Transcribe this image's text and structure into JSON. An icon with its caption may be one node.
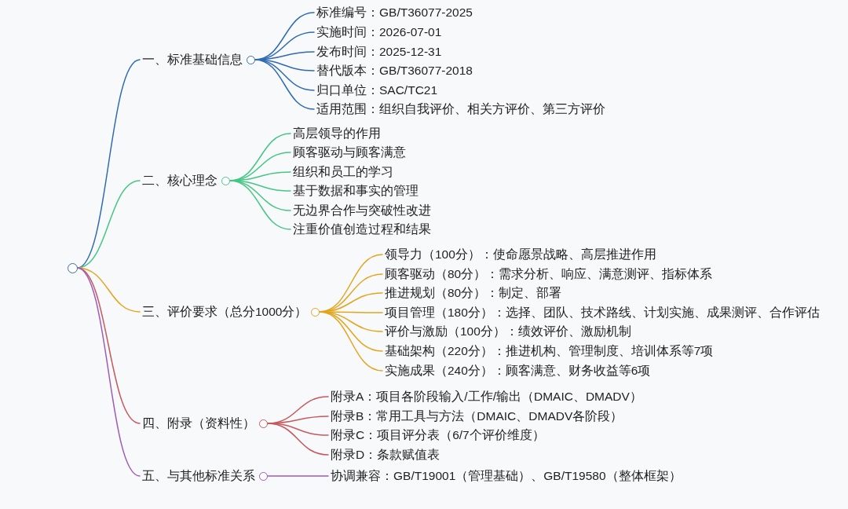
{
  "diagram": {
    "nodes": [
      {
        "text": [],
        "shape": "circle"
      },
      {
        "text": [
          "一、标准基础信息"
        ]
      },
      {
        "text": [
          "标准编号：GB/T36077-2025"
        ]
      },
      {
        "text": [
          "实施时间：2026-07-01"
        ]
      },
      {
        "text": [
          "发布时间：2025-12-31"
        ]
      },
      {
        "text": [
          "替代版本：GB/T36077-2018"
        ]
      },
      {
        "text": [
          "归口单位：SAC/TC21"
        ]
      },
      {
        "text": [
          "适用范围：组织自我评价、相关方评价、第三方评价"
        ]
      },
      {
        "text": [
          "二、核心理念"
        ]
      },
      {
        "text": [
          "高层领导的作用"
        ]
      },
      {
        "text": [
          "顾客驱动与顾客满意"
        ]
      },
      {
        "text": [
          "组织和员工的学习"
        ]
      },
      {
        "text": [
          "基于数据和事实的管理"
        ]
      },
      {
        "text": [
          "无边界合作与突破性改进"
        ]
      },
      {
        "text": [
          "注重价值创造过程和结果"
        ]
      },
      {
        "text": [
          "三、评价要求（总分1000分）"
        ]
      },
      {
        "text": [
          "领导力（100分）：使命愿景战略、高层推进作用"
        ]
      },
      {
        "text": [
          "顾客驱动（80分）：需求分析、响应、满意测评、指标体系"
        ]
      },
      {
        "text": [
          "推进规划（80分）：制定、部署"
        ]
      },
      {
        "text": [
          "项目管理（180分）：选择、团队、技术路线、计划实施、成果测评、合作评估"
        ]
      },
      {
        "text": [
          "评价与激励（100分）：绩效评价、激励机制"
        ]
      },
      {
        "text": [
          "基础架构（220分）：推进机构、管理制度、培训体系等7项"
        ]
      },
      {
        "text": [
          "实施成果（240分）：顾客满意、财务收益等6项"
        ]
      },
      {
        "text": [
          "四、附录（资料性）"
        ]
      },
      {
        "text": [
          "附录A：项目各阶段输入/工作/输出（DMAIC、DMADV）"
        ]
      },
      {
        "text": [
          "附录B：常用工具与方法（DMAIC、DMADV各阶段）"
        ]
      },
      {
        "text": [
          "附录C：项目评分表（6/7个评价维度）"
        ]
      },
      {
        "text": [
          "附录D：条款赋值表"
        ]
      },
      {
        "text": [
          "五、与其他标准关系"
        ]
      },
      {
        "text": [
          "协调兼容：GB/T19001（管理基础）、GB/T19580（整体框架）"
        ]
      }
    ],
    "edges": [
      {
        "from": 0,
        "to": 1,
        "arrow": "none",
        "color": "#2f6bb2"
      },
      {
        "from": 0,
        "to": 8,
        "arrow": "none",
        "color": "#45c685"
      },
      {
        "from": 0,
        "to": 15,
        "arrow": "none",
        "color": "#e3a51b"
      },
      {
        "from": 0,
        "to": 23,
        "arrow": "none",
        "color": "#c65a5e"
      },
      {
        "from": 0,
        "to": 28,
        "arrow": "none",
        "color": "#9c5bb8"
      },
      {
        "from": 1,
        "to": 2,
        "arrow": "none",
        "color": "#2f6bb2"
      },
      {
        "from": 1,
        "to": 3,
        "arrow": "none",
        "color": "#2f6bb2"
      },
      {
        "from": 1,
        "to": 4,
        "arrow": "none",
        "color": "#2f6bb2"
      },
      {
        "from": 1,
        "to": 5,
        "arrow": "none",
        "color": "#2f6bb2"
      },
      {
        "from": 1,
        "to": 6,
        "arrow": "none",
        "color": "#2f6bb2"
      },
      {
        "from": 1,
        "to": 7,
        "arrow": "none",
        "color": "#2f6bb2"
      },
      {
        "from": 8,
        "to": 9,
        "arrow": "none",
        "color": "#45c685"
      },
      {
        "from": 8,
        "to": 10,
        "arrow": "none",
        "color": "#45c685"
      },
      {
        "from": 8,
        "to": 11,
        "arrow": "none",
        "color": "#45c685"
      },
      {
        "from": 8,
        "to": 12,
        "arrow": "none",
        "color": "#45c685"
      },
      {
        "from": 8,
        "to": 13,
        "arrow": "none",
        "color": "#45c685"
      },
      {
        "from": 8,
        "to": 14,
        "arrow": "none",
        "color": "#45c685"
      },
      {
        "from": 15,
        "to": 16,
        "arrow": "none",
        "color": "#e3a51b"
      },
      {
        "from": 15,
        "to": 17,
        "arrow": "none",
        "color": "#e3a51b"
      },
      {
        "from": 15,
        "to": 18,
        "arrow": "none",
        "color": "#e3a51b"
      },
      {
        "from": 15,
        "to": 19,
        "arrow": "none",
        "color": "#e3a51b"
      },
      {
        "from": 15,
        "to": 20,
        "arrow": "none",
        "color": "#e3a51b"
      },
      {
        "from": 15,
        "to": 21,
        "arrow": "none",
        "color": "#e3a51b"
      },
      {
        "from": 15,
        "to": 22,
        "arrow": "none",
        "color": "#e3a51b"
      },
      {
        "from": 23,
        "to": 24,
        "arrow": "none",
        "color": "#c65a5e"
      },
      {
        "from": 23,
        "to": 25,
        "arrow": "none",
        "color": "#c65a5e"
      },
      {
        "from": 23,
        "to": 26,
        "arrow": "none",
        "color": "#c65a5e"
      },
      {
        "from": 23,
        "to": 27,
        "arrow": "none",
        "color": "#c65a5e"
      },
      {
        "from": 28,
        "to": 29,
        "arrow": "none",
        "color": "#9c5bb8"
      }
    ]
  }
}
